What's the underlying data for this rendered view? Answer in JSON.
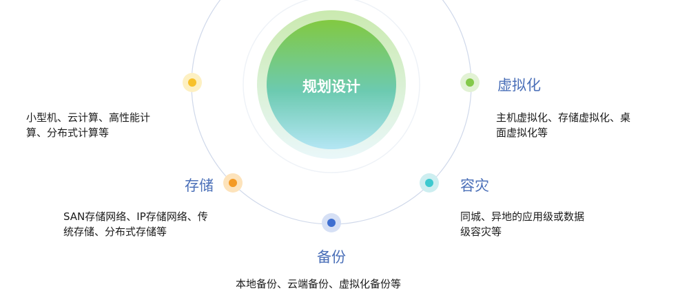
{
  "center": {
    "title": "规划设计"
  },
  "nodes": [
    {
      "id": "compute",
      "title": "",
      "desc_lines": [
        "小型机、云计算、高性能计",
        "算、分布式计算等"
      ],
      "dot_color": "#f7c12b",
      "halo_color": "#fdf0c2"
    },
    {
      "id": "virtualization",
      "title": "虚拟化",
      "desc_lines": [
        "主机虚拟化、存储虚拟化、桌",
        "面虚拟化等"
      ],
      "dot_color": "#84c94a",
      "halo_color": "#e2f2d4"
    },
    {
      "id": "storage",
      "title": "存储",
      "desc_lines": [
        "SAN存储网络、IP存储网络、传",
        "统存储、分布式存储等"
      ],
      "dot_color": "#f49a24",
      "halo_color": "#fde3bb"
    },
    {
      "id": "disaster",
      "title": "容灾",
      "desc_lines": [
        "同城、异地的应用级或数据",
        "级容灾等"
      ],
      "dot_color": "#3dc9cf",
      "halo_color": "#cdeef0"
    },
    {
      "id": "backup",
      "title": "备份",
      "desc_lines": [
        "本地备份、云端备份、虚拟化备份等"
      ],
      "dot_color": "#3f6fd0",
      "halo_color": "#d6e0f5"
    }
  ],
  "colors": {
    "arc": "#cfd8ea",
    "gradient_top": "#82c941",
    "gradient_bottom": "#b4e6f4",
    "title_text": "#4a6fb8",
    "desc_text": "#1a1a1a"
  }
}
